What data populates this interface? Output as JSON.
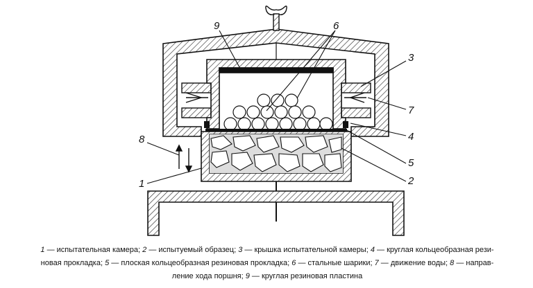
{
  "diagram": {
    "labels": {
      "l1": "1",
      "l2": "2",
      "l3": "3",
      "l4": "4",
      "l5": "5",
      "l6": "6",
      "l7": "7",
      "l8": "8",
      "l9": "9"
    }
  },
  "caption": {
    "items": [
      {
        "num": "1",
        "text": " — испытательная камера; "
      },
      {
        "num": "2",
        "text": " — испытуемый образец; "
      },
      {
        "num": "3",
        "text": " — крышка испытательной камеры; "
      },
      {
        "num": "4",
        "text": " — круглая кольцеобразная рези-"
      },
      {
        "num": "",
        "text": "новая прокладка; "
      },
      {
        "num": "5",
        "text": " — плоская кольцеобразная резиновая прокладка; "
      },
      {
        "num": "6",
        "text": " — стальные шарики; "
      },
      {
        "num": "7",
        "text": " — движение воды; "
      },
      {
        "num": "8",
        "text": " — направ-"
      },
      {
        "num": "",
        "text": "ление хода поршня; "
      },
      {
        "num": "9",
        "text": " — круглая резиновая пластина"
      }
    ]
  }
}
